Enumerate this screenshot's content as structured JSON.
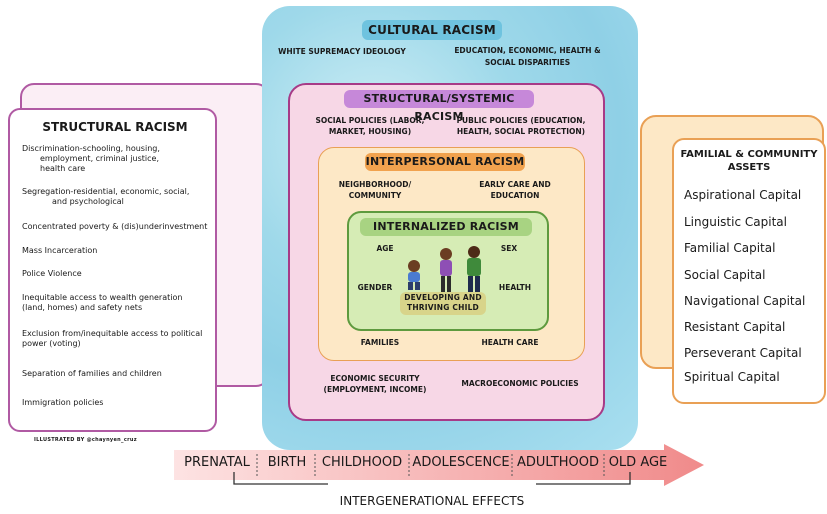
{
  "cultural": {
    "title": "CULTURAL RACISM",
    "left_item": "WHITE SUPREMACY IDEOLOGY",
    "right_item_1": "EDUCATION, ECONOMIC, HEALTH &",
    "right_item_2": "SOCIAL DISPARITIES"
  },
  "structural": {
    "title": "STRUCTURAL/SYSTEMIC RACISM",
    "left_1": "SOCIAL POLICIES (LABOR,",
    "left_2": "MARKET, HOUSING)",
    "right_1": "PUBLIC POLICIES (EDUCATION,",
    "right_2": "HEALTH, SOCIAL PROTECTION)",
    "bottom_left_1": "ECONOMIC SECURITY",
    "bottom_left_2": "(EMPLOYMENT, INCOME)",
    "bottom_right": "MACROECONOMIC POLICIES"
  },
  "interpersonal": {
    "title": "INTERPERSONAL RACISM",
    "left_1": "NEIGHBORHOOD/",
    "left_2": "COMMUNITY",
    "right_1": "EARLY CARE AND",
    "right_2": "EDUCATION",
    "bottom_left": "FAMILIES",
    "bottom_right": "HEALTH CARE"
  },
  "internalized": {
    "title": "INTERNALIZED RACISM",
    "age": "AGE",
    "sex": "SEX",
    "gender": "GENDER",
    "health": "HEALTH",
    "child_1": "DEVELOPING AND",
    "child_2": "THRIVING CHILD"
  },
  "structural_card": {
    "title": "STRUCTURAL RACISM",
    "items": [
      "Discrimination-schooling, housing,",
      "employment, criminal justice,",
      "health care",
      "Segregation-residential, economic, social,",
      "and psychological",
      "Concentrated poverty & (dis)underinvestment",
      "Mass Incarceration",
      "Police Violence",
      "Inequitable access to wealth generation",
      "(land, homes) and safety nets",
      "Exclusion from/inequitable access to political",
      "power (voting)",
      "Separation of families and children",
      "Immigration policies"
    ],
    "credit": "ILLUSTRATED BY @chaynyen_cruz"
  },
  "assets_card": {
    "title_1": "FAMILIAL & COMMUNITY",
    "title_2": "ASSETS",
    "items": [
      "Aspirational Capital",
      "Linguistic Capital",
      "Familial Capital",
      "Social Capital",
      "Navigational Capital",
      "Resistant Capital",
      "Perseverant Capital",
      "Spiritual Capital"
    ]
  },
  "timeline": {
    "stages": [
      "PRENATAL",
      "BIRTH",
      "CHILDHOOD",
      "ADOLESCENCE",
      "ADULTHOOD",
      "OLD AGE"
    ],
    "label": "INTERGENERATIONAL EFFECTS"
  }
}
